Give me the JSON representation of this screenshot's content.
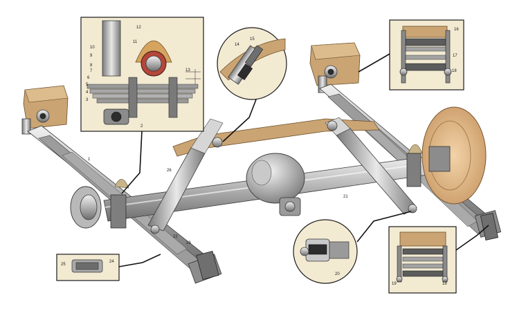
{
  "labels": {
    "l1": "1",
    "l2": "2",
    "l3": "3",
    "l4": "4",
    "l5": "5",
    "l6": "6",
    "l7": "7",
    "l8": "8",
    "l9": "9",
    "l10": "10",
    "l11": "11",
    "l12": "12",
    "l13": "13",
    "l14": "14",
    "l15": "15",
    "l16": "16",
    "l17": "17",
    "l18a": "18",
    "l18b": "18",
    "l19": "19",
    "l20": "20",
    "l21": "21",
    "l22": "22",
    "l23": "23",
    "l24": "24",
    "l25": "25",
    "l26": "26"
  },
  "colors": {
    "background": "#ffffff",
    "inset_bg": "#f3ead2",
    "metal_light": "#d9d9d9",
    "metal_dark": "#8a8a8a",
    "wood": "#caa473",
    "drum": "#e2b989"
  }
}
